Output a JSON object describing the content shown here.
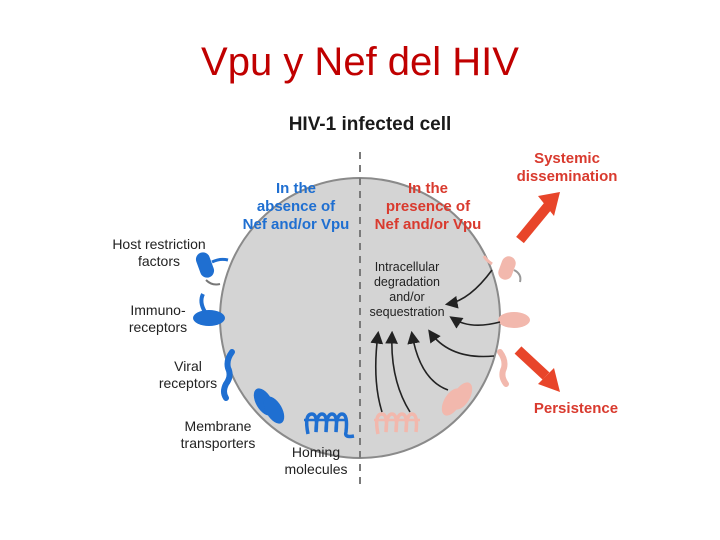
{
  "slide": {
    "title": "Vpu y Nef del HIV"
  },
  "diagram": {
    "title": "HIV-1 infected cell",
    "left_heading": [
      "In the",
      "absence of",
      "Nef and/or Vpu"
    ],
    "right_heading": [
      "In the",
      "presence of",
      "Nef and/or Vpu"
    ],
    "center_label": [
      "Intracellular",
      "degradation",
      "and/or",
      "sequestration"
    ],
    "outcomes": {
      "top": [
        "Systemic",
        "dissemination"
      ],
      "bottom": "Persistence"
    },
    "molecules": {
      "host_restriction": [
        "Host restriction",
        "factors"
      ],
      "immunoreceptors": [
        "Immuno-",
        "receptors"
      ],
      "viral_receptors": [
        "Viral",
        "receptors"
      ],
      "membrane_transporters": [
        "Membrane",
        "transporters"
      ],
      "homing_molecules": [
        "Homing",
        "molecules"
      ]
    },
    "colors": {
      "cell": "#d4d4d4",
      "blue": "#1f6fd1",
      "pink": "#f2b8ad",
      "red_arrow": "#e8452a",
      "title_red": "#c00000"
    }
  }
}
